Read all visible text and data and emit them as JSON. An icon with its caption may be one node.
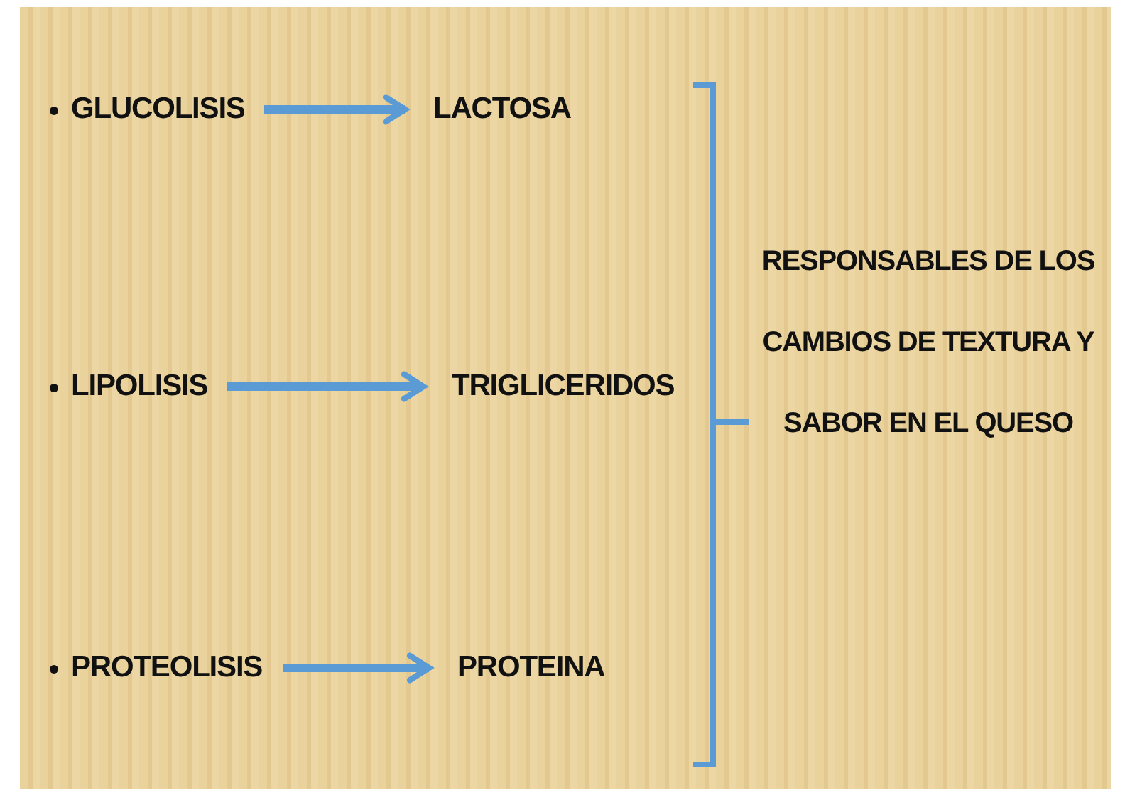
{
  "diagram": {
    "nodes": [
      {
        "text": [
          "GLUCOLISIS"
        ]
      },
      {
        "text": [
          "LACTOSA"
        ]
      },
      {
        "text": [
          "LIPOLISIS"
        ]
      },
      {
        "text": [
          "TRIGLICERIDOS"
        ]
      },
      {
        "text": [
          "PROTEOLISIS"
        ]
      },
      {
        "text": [
          "PROTEINA"
        ]
      }
    ],
    "edges": [
      {
        "from": 0,
        "to": 1,
        "arrow": "to"
      },
      {
        "from": 2,
        "to": 3,
        "arrow": "to"
      },
      {
        "from": 4,
        "to": 5,
        "arrow": "to"
      }
    ],
    "labels": [
      "RESPONSABLES DE LOS CAMBIOS DE TEXTURA Y SABOR EN EL QUESO"
    ]
  }
}
